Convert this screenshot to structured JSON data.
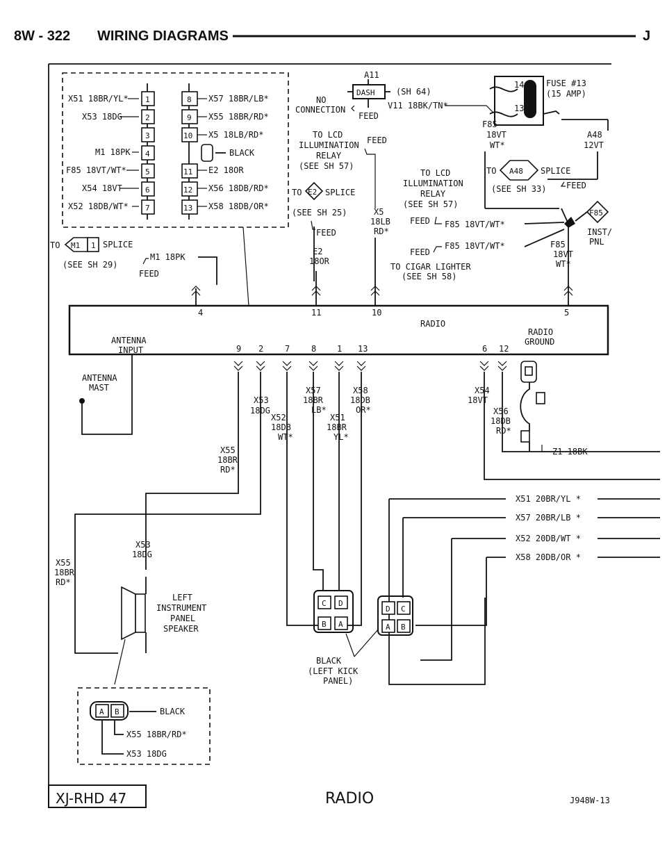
{
  "header": {
    "page_code": "8W - 322",
    "section_title": "WIRING DIAGRAMS",
    "section_letter": "J"
  },
  "top_connector": {
    "left_labels": [
      "X51 18BR/YL*",
      "X53 18DG",
      "M1 18PK",
      "F85 18VT/WT*",
      "X54 18VT",
      "X52 18DB/WT*"
    ],
    "left_pins": [
      "1",
      "2",
      "3",
      "4",
      "5",
      "6",
      "7"
    ],
    "right_pins": [
      "8",
      "9",
      "10",
      "11",
      "12",
      "13"
    ],
    "right_labels": [
      "X57 18BR/LB*",
      "X55 18BR/RD*",
      "X5 18LB/RD*",
      "BLACK",
      "E2 18OR",
      "X56 18DB/RD*",
      "X58 18DB/OR*"
    ]
  },
  "m1_splice": {
    "to": "TO",
    "diamond": "M1",
    "num": "1",
    "splice": "SPLICE",
    "see": "(SEE SH 29)",
    "wire": "M1 18PK",
    "feed": "FEED"
  },
  "e2_splice": {
    "to": "TO",
    "diamond": "E2",
    "splice": "SPLICE",
    "see": "(SEE SH 25)",
    "feed": "FEED",
    "wire_id": "E2",
    "wire_gauge": "18OR"
  },
  "lcd_relay_left": {
    "line1": "TO LCD",
    "line2": "ILLUMINATION",
    "line3": "RELAY",
    "line4": "(SEE SH 57)",
    "feed": "FEED"
  },
  "a11": {
    "label": "A11",
    "dash": "DASH",
    "see": "(SH 64)",
    "no_connection": "NO",
    "no_connection2": "CONNECTION",
    "wire": "V11 18BK/TN*",
    "feed": "FEED"
  },
  "fuse": {
    "pin_top": "14",
    "pin_bottom": "13",
    "label": "FUSE #13",
    "amp": "(15 AMP)"
  },
  "f85_top": {
    "id": "F85",
    "gauge": "18VT",
    "color": "WT*"
  },
  "a48": {
    "id": "A48",
    "gauge": "12VT"
  },
  "a48_splice": {
    "to": "TO",
    "diamond": "A48",
    "splice": "SPLICE",
    "see": "(SEE SH 33)",
    "feed": "FEED"
  },
  "lcd_relay_right": {
    "line1": "TO LCD",
    "line2": "ILLUMINATION",
    "line3": "RELAY",
    "line4": "(SEE SH 57)",
    "feed": "FEED",
    "wire": "F85 18VT/WT*"
  },
  "x5_wire": {
    "id": "X5",
    "gauge": "18LB",
    "color": "RD*"
  },
  "f85_pnl": {
    "diamond": "F85",
    "label1": "INST/",
    "label2": "PNL"
  },
  "cigar": {
    "feed": "FEED",
    "wire": "F85 18VT/WT*",
    "line1": "TO CIGAR LIGHTER",
    "line2": "(SEE SH 58)"
  },
  "f85_right": {
    "id": "F85",
    "gauge": "18VT",
    "color": "WT*"
  },
  "radio": {
    "label": "RADIO",
    "antenna_input1": "ANTENNA",
    "antenna_input2": "INPUT",
    "ground1": "RADIO",
    "ground2": "GROUND",
    "top_pins": [
      "4",
      "11",
      "10",
      "5"
    ],
    "bottom_pins": [
      "9",
      "2",
      "7",
      "8",
      "1",
      "13",
      "6",
      "12"
    ]
  },
  "antenna_mast": {
    "line1": "ANTENNA",
    "line2": "MAST"
  },
  "lower_wires": {
    "x53": [
      "X53",
      "18DG"
    ],
    "x52": [
      "X52",
      "18DB",
      "WT*"
    ],
    "x57": [
      "X57",
      "18BR",
      "LB*"
    ],
    "x51": [
      "X51",
      "18BR",
      "YL*"
    ],
    "x58": [
      "X58",
      "18DB",
      "OR*"
    ],
    "x55": [
      "X55",
      "18BR",
      "RD*"
    ],
    "x54": [
      "X54",
      "18VT"
    ],
    "x56": [
      "X56",
      "18DB",
      "RD*"
    ],
    "z1": "Z1 18BK"
  },
  "right_wires": [
    "X51 20BR/YL *",
    "X57 20BR/LB *",
    "X52 20DB/WT *",
    "X58 20DB/OR *"
  ],
  "speaker": {
    "x53": [
      "X53",
      "18DG"
    ],
    "x55": [
      "X55",
      "18BR",
      "RD*"
    ],
    "line1": "LEFT",
    "line2": "INSTRUMENT",
    "line3": "PANEL",
    "line4": "SPEAKER"
  },
  "kick_connector": {
    "pins": [
      "C",
      "D",
      "B",
      "A"
    ],
    "right_pins": [
      "D",
      "C",
      "A",
      "B"
    ],
    "line1": "BLACK",
    "line2": "(LEFT KICK",
    "line3": "PANEL)"
  },
  "bottom_connector": {
    "pins": [
      "A",
      "B"
    ],
    "black": "BLACK",
    "wire1": "X55 18BR/RD*",
    "wire2": "X53 18DG"
  },
  "footer": {
    "code": "XJ-RHD 47",
    "title": "RADIO",
    "ref": "J948W-13"
  }
}
